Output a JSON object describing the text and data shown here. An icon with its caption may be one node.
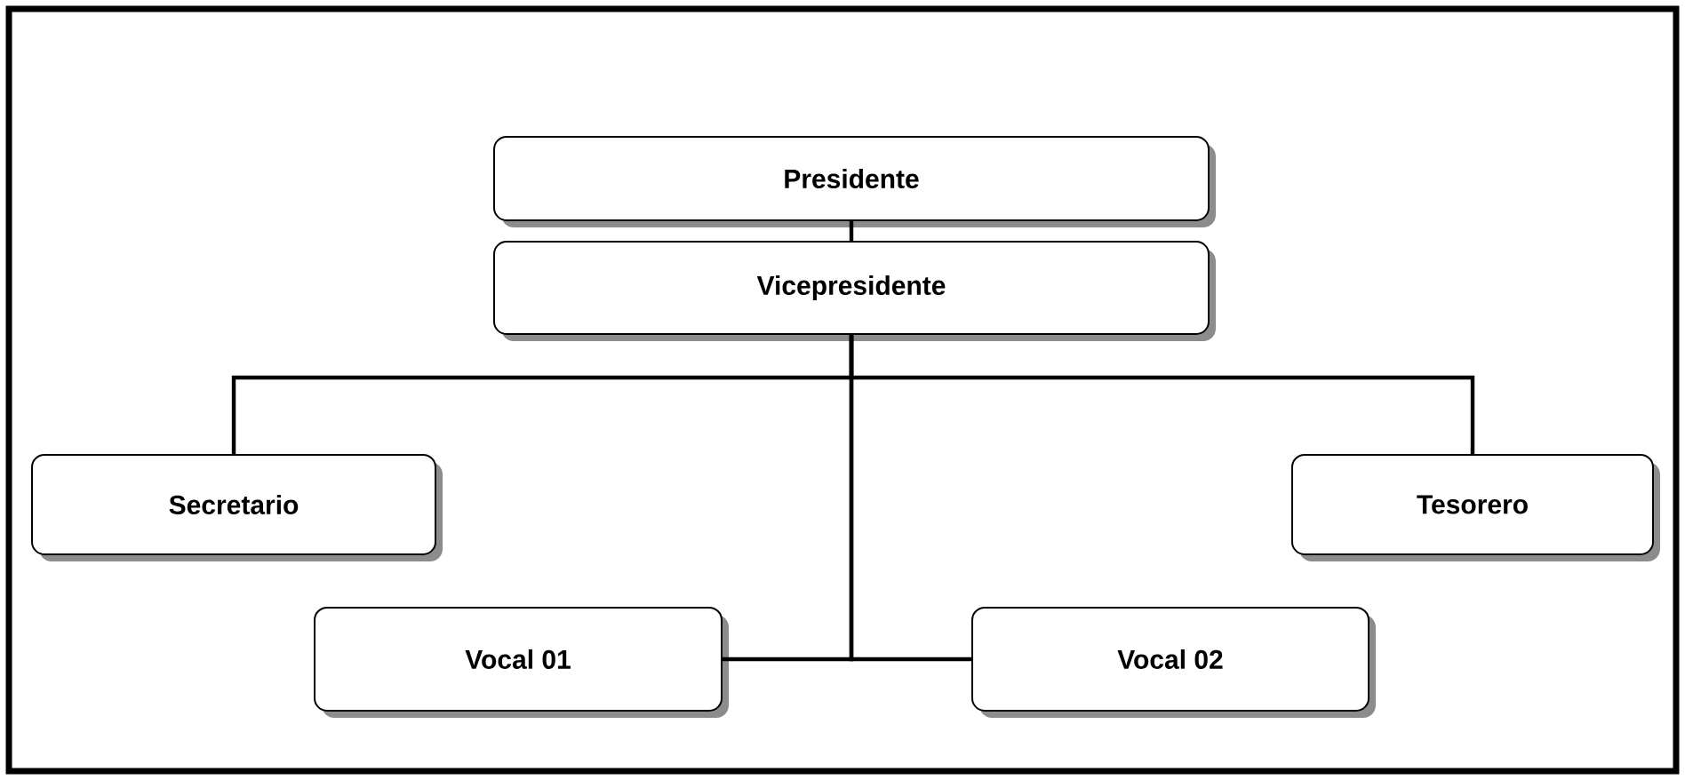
{
  "diagram": {
    "nodes": [
      {
        "text": [
          "Presidente"
        ]
      },
      {
        "text": [
          "Vicepresidente"
        ]
      },
      {
        "text": [
          "Secretario"
        ]
      },
      {
        "text": [
          "Tesorero"
        ]
      },
      {
        "text": [
          "Vocal 01"
        ]
      },
      {
        "text": [
          "Vocal 02"
        ]
      }
    ],
    "edges": [
      {
        "from": 0,
        "to": 1,
        "arrow": "none"
      },
      {
        "from": 1,
        "to": 2,
        "arrow": "none"
      },
      {
        "from": 1,
        "to": 3,
        "arrow": "none"
      },
      {
        "from": 1,
        "to": 4,
        "arrow": "none"
      },
      {
        "from": 1,
        "to": 5,
        "arrow": "none"
      }
    ]
  }
}
